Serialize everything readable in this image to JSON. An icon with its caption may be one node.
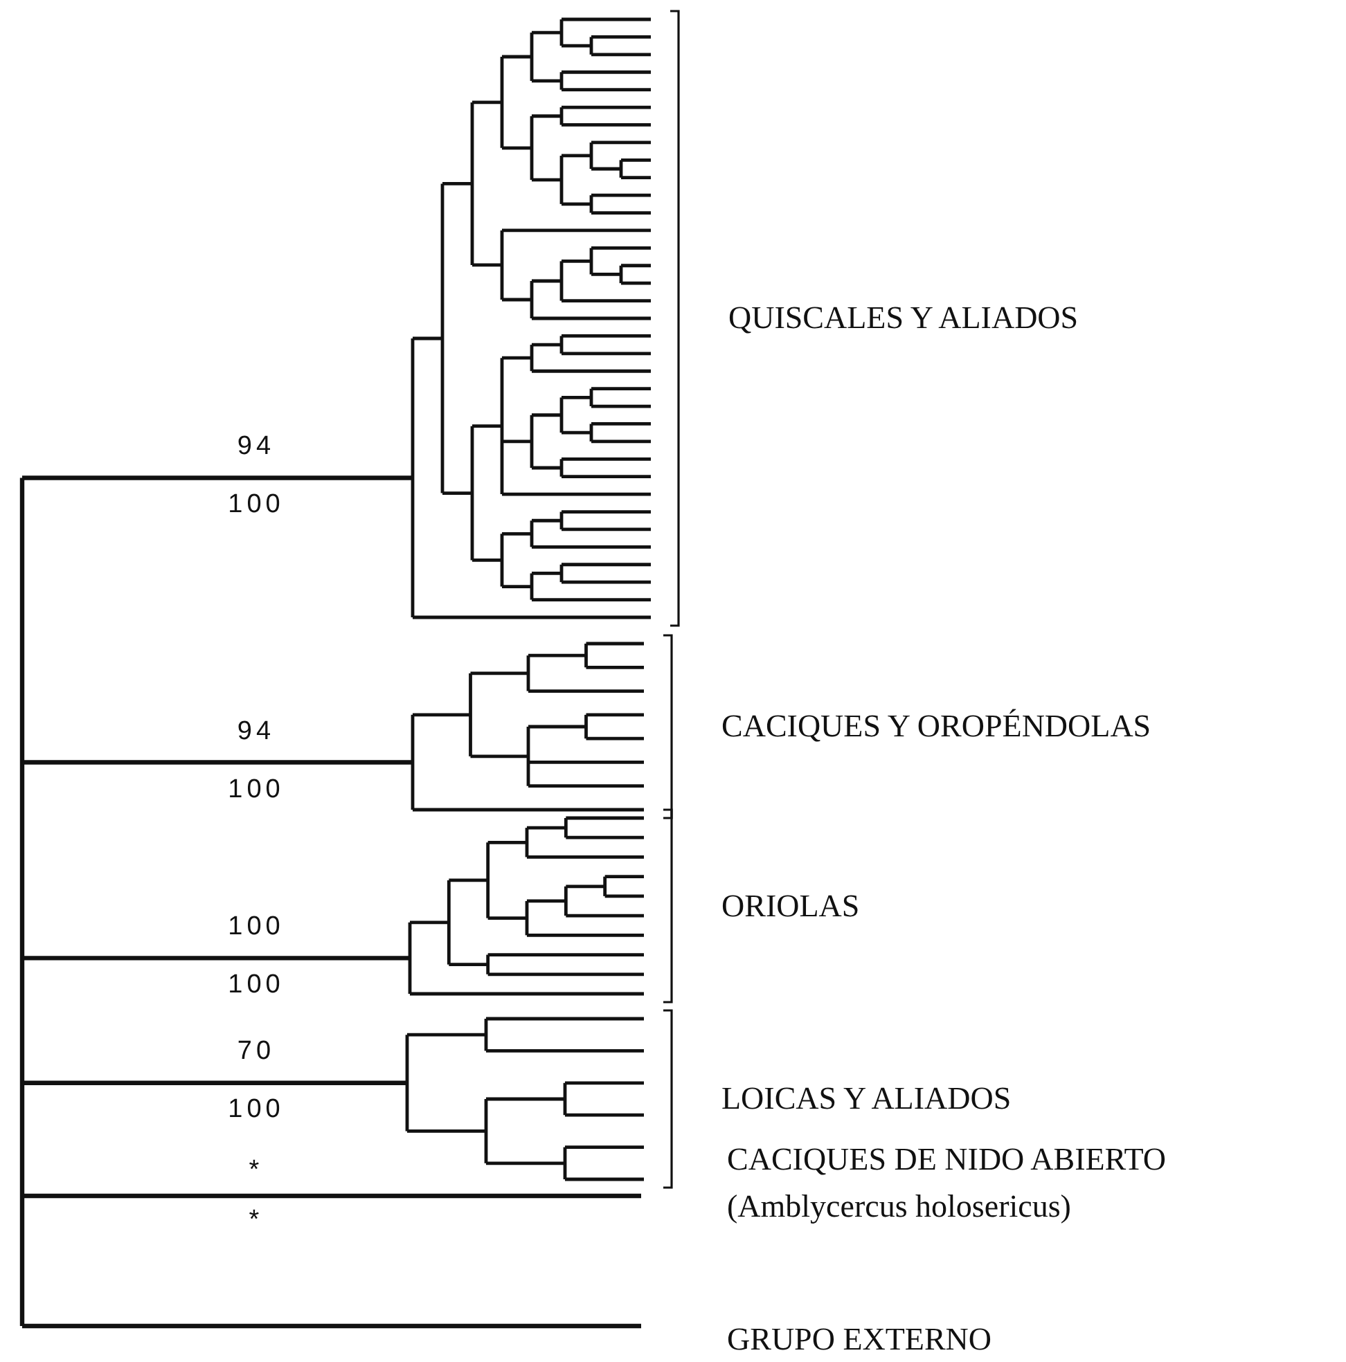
{
  "diagram": {
    "labels": [
      "QUISCALES Y ALIADOS",
      "94",
      "100",
      "CACIQUES Y OROPÉNDOLAS",
      "94",
      "100",
      "100",
      "ORIOLAS",
      "100",
      "70",
      "LOICAS Y ALIADOS",
      "100",
      "*",
      "CACIQUES DE NIDO ABIERTO",
      "(Amblycercus holosericus)",
      "*",
      "GRUPO EXTERNO"
    ]
  }
}
